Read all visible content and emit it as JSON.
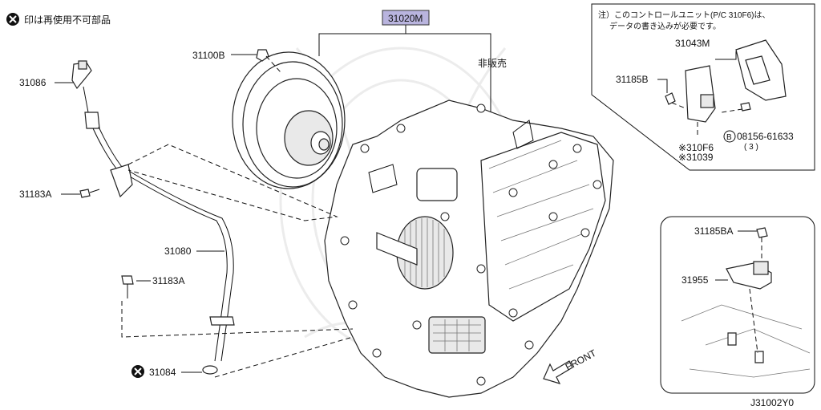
{
  "header": {
    "note_icon": "circled-x-icon",
    "note_text": "印は再使用不可部品"
  },
  "main_assembly": {
    "part_number": "31020M",
    "not_for_sale": "非販売",
    "highlight_color": "#b9b4de"
  },
  "callouts": {
    "p31100B": "31100B",
    "p31086": "31086",
    "p31183A_upper": "31183A",
    "p31080": "31080",
    "p31183A_lower": "31183A",
    "p31084": "31084"
  },
  "inset_control_unit": {
    "note_line1": "注）このコントロールユニット(P/C 310F6)は、",
    "note_line2": "データの書き込みが必要です。",
    "p31043M": "31043M",
    "p31185B": "31185B",
    "bolt_prefix": "B",
    "bolt_part": "08156-61633",
    "bolt_qty": "( 3 )",
    "p310F6": "※310F6",
    "p31039": "※31039"
  },
  "inset_sensor": {
    "p31185BA": "31185BA",
    "p31955": "31955"
  },
  "front_label": "FRONT",
  "figure_code": "J31002Y0"
}
